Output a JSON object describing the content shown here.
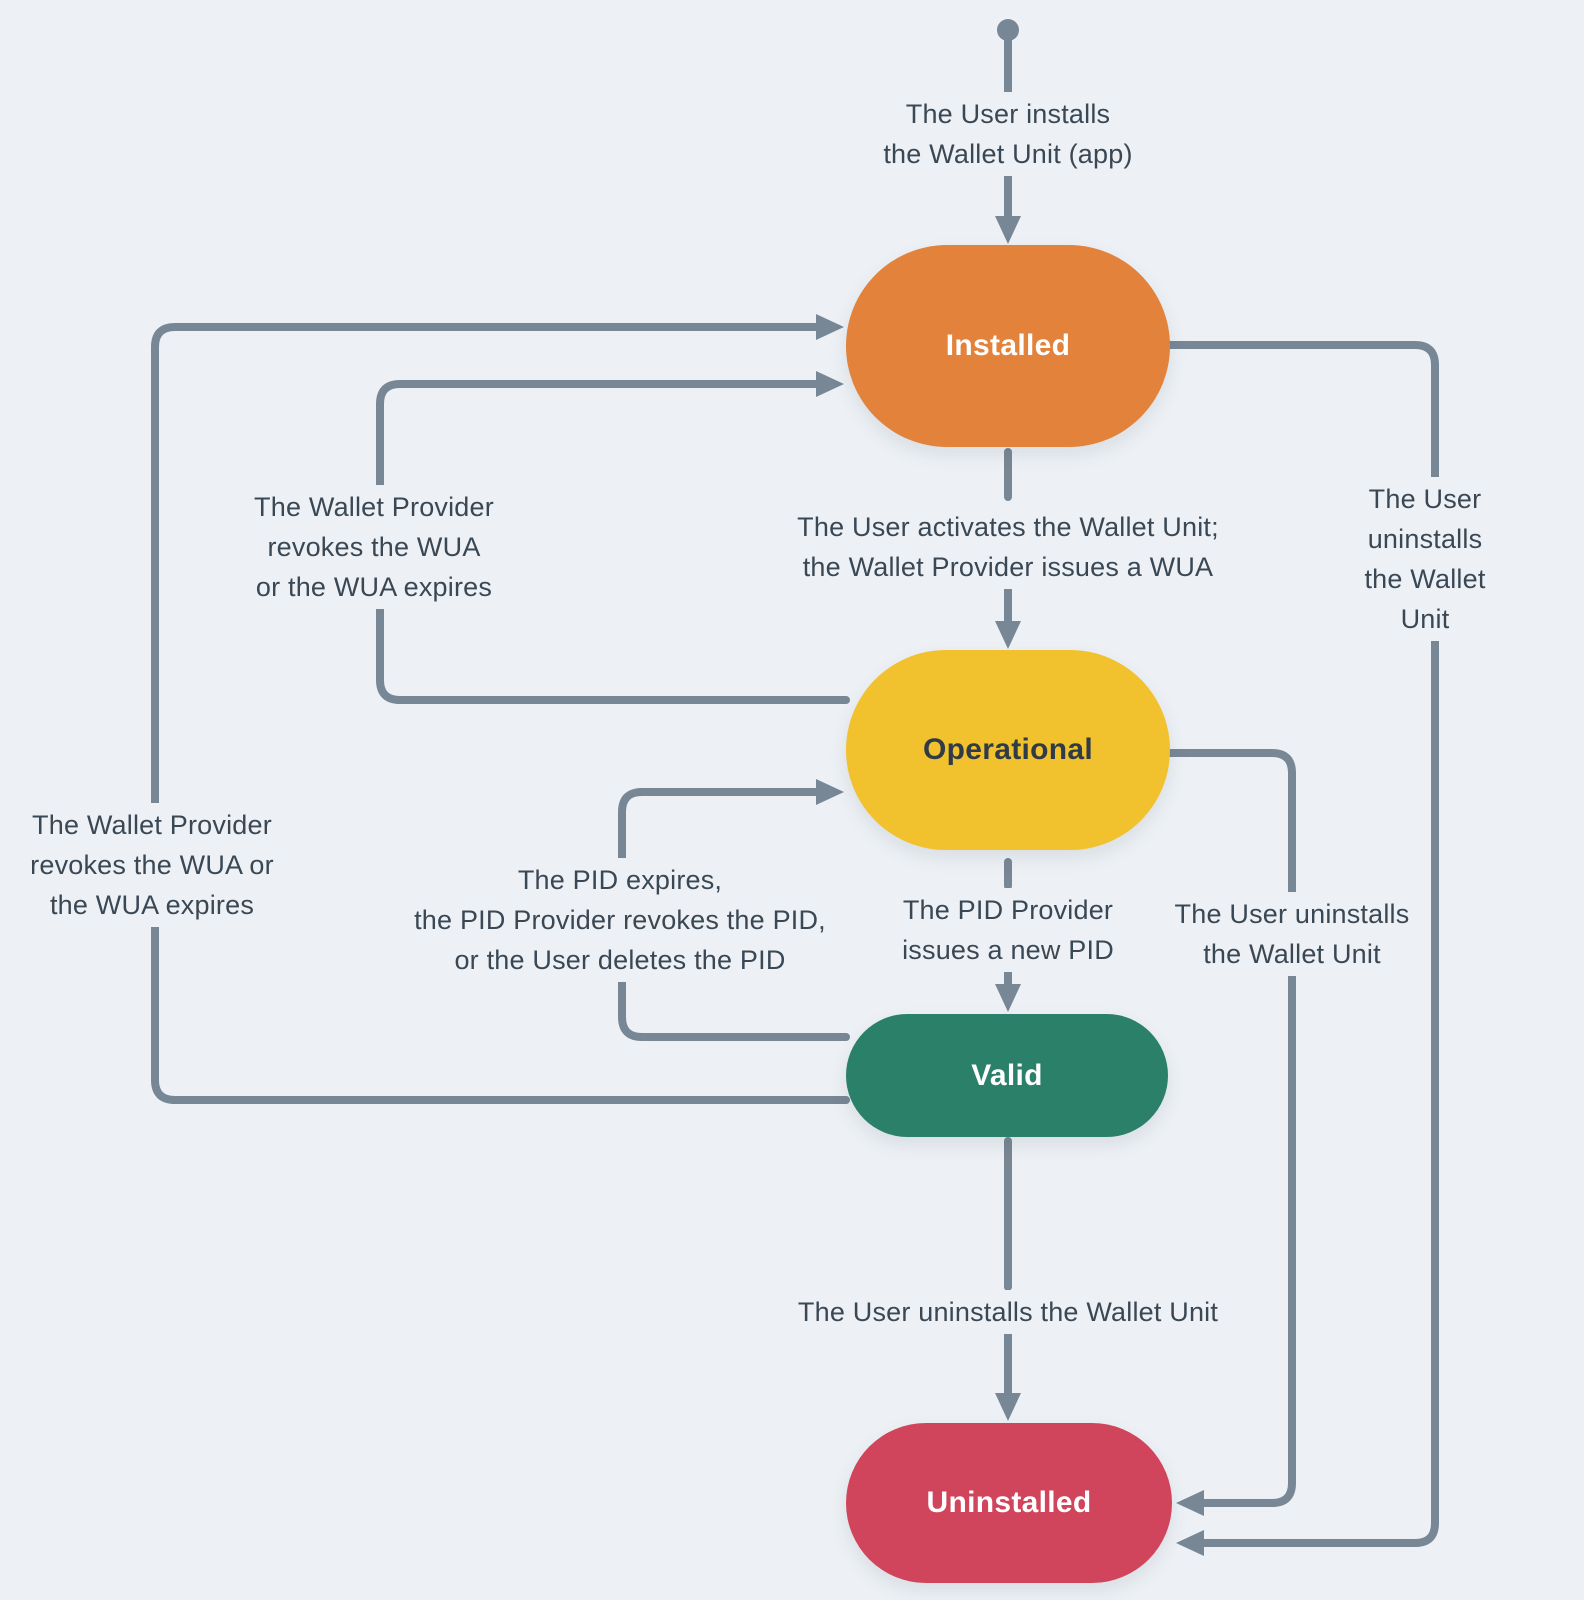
{
  "page": {
    "background": "#EDF1F5",
    "edge_color": "#788795",
    "label_color": "#3A4754"
  },
  "diagram": {
    "type": "state-lifecycle-diagram",
    "nodes": [
      {
        "id": "installed",
        "label": "Installed",
        "color": "#E2823B",
        "text_color": "#FFFFFF"
      },
      {
        "id": "operational",
        "label": "Operational",
        "color": "#F2C12E",
        "text_color": "#2F3B47"
      },
      {
        "id": "valid",
        "label": "Valid",
        "color": "#2A8068",
        "text_color": "#FFFFFF"
      },
      {
        "id": "uninstalled",
        "label": "Uninstalled",
        "color": "#D0455B",
        "text_color": "#FFFFFF"
      }
    ],
    "edges": {
      "start_install": {
        "label": "The User installs\nthe Wallet Unit (app)"
      },
      "installed_operational": {
        "label": "The User activates the Wallet Unit;\nthe Wallet Provider issues a WUA"
      },
      "operational_installed": {
        "label": "The Wallet Provider\nrevokes the WUA\nor the WUA expires"
      },
      "valid_installed": {
        "label": "The Wallet Provider\nrevokes the WUA or\nthe WUA expires"
      },
      "valid_operational": {
        "label": "The PID expires,\nthe PID Provider revokes the PID,\nor the User deletes the PID"
      },
      "operational_valid": {
        "label": "The PID Provider\nissues a new PID"
      },
      "installed_uninstalled": {
        "label": "The User uninstalls\nthe Wallet Unit"
      },
      "operational_uninstalled": {
        "label": "The User uninstalls\nthe Wallet Unit"
      },
      "valid_uninstalled": {
        "label": "The User uninstalls the Wallet Unit"
      }
    }
  }
}
